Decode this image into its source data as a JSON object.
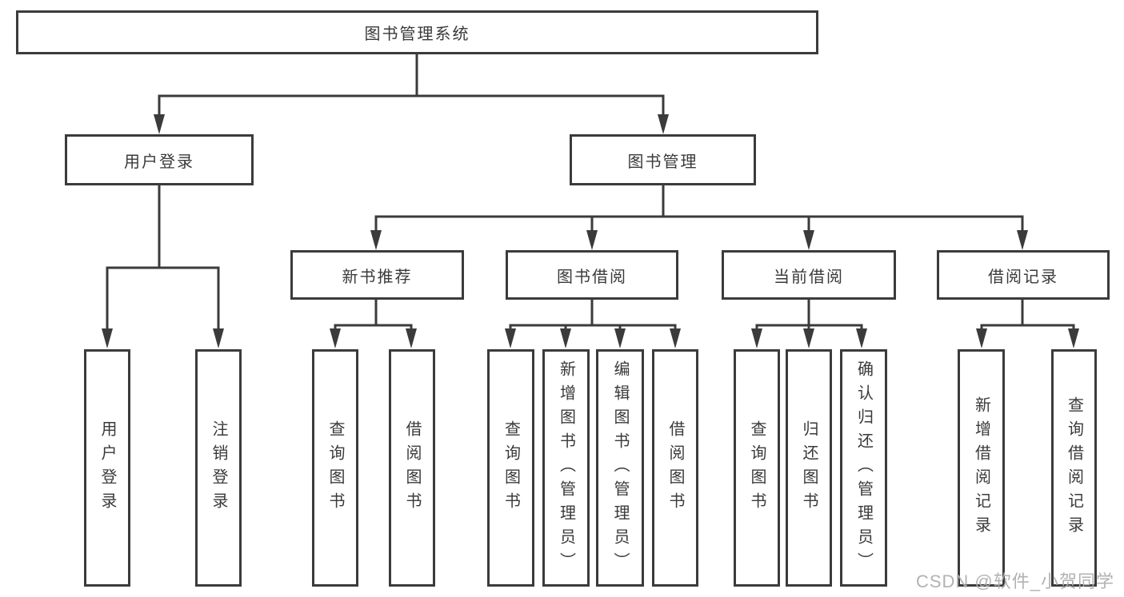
{
  "tree": {
    "root": "图书管理系统",
    "user_login": {
      "label": "用户登录",
      "children": [
        "用户登录",
        "注销登录"
      ]
    },
    "book_management": {
      "label": "图书管理",
      "new_books": {
        "label": "新书推荐",
        "children": [
          "查询图书",
          "借阅图书"
        ]
      },
      "borrowing": {
        "label": "图书借阅",
        "children": [
          "查询图书",
          "新增图书（管理员）",
          "编辑图书（管理员）",
          "借阅图书"
        ]
      },
      "current": {
        "label": "当前借阅",
        "children": [
          "查询图书",
          "归还图书",
          "确认归还（管理员）"
        ]
      },
      "records": {
        "label": "借阅记录",
        "children": [
          "新增借阅记录",
          "查询借阅记录"
        ]
      }
    }
  },
  "watermark": "CSDN @软件_小贺同学",
  "colors": {
    "line": "#3b3b3b",
    "text": "#3a3a3a",
    "watermark": "#aeaeae",
    "background": "#ffffff"
  }
}
